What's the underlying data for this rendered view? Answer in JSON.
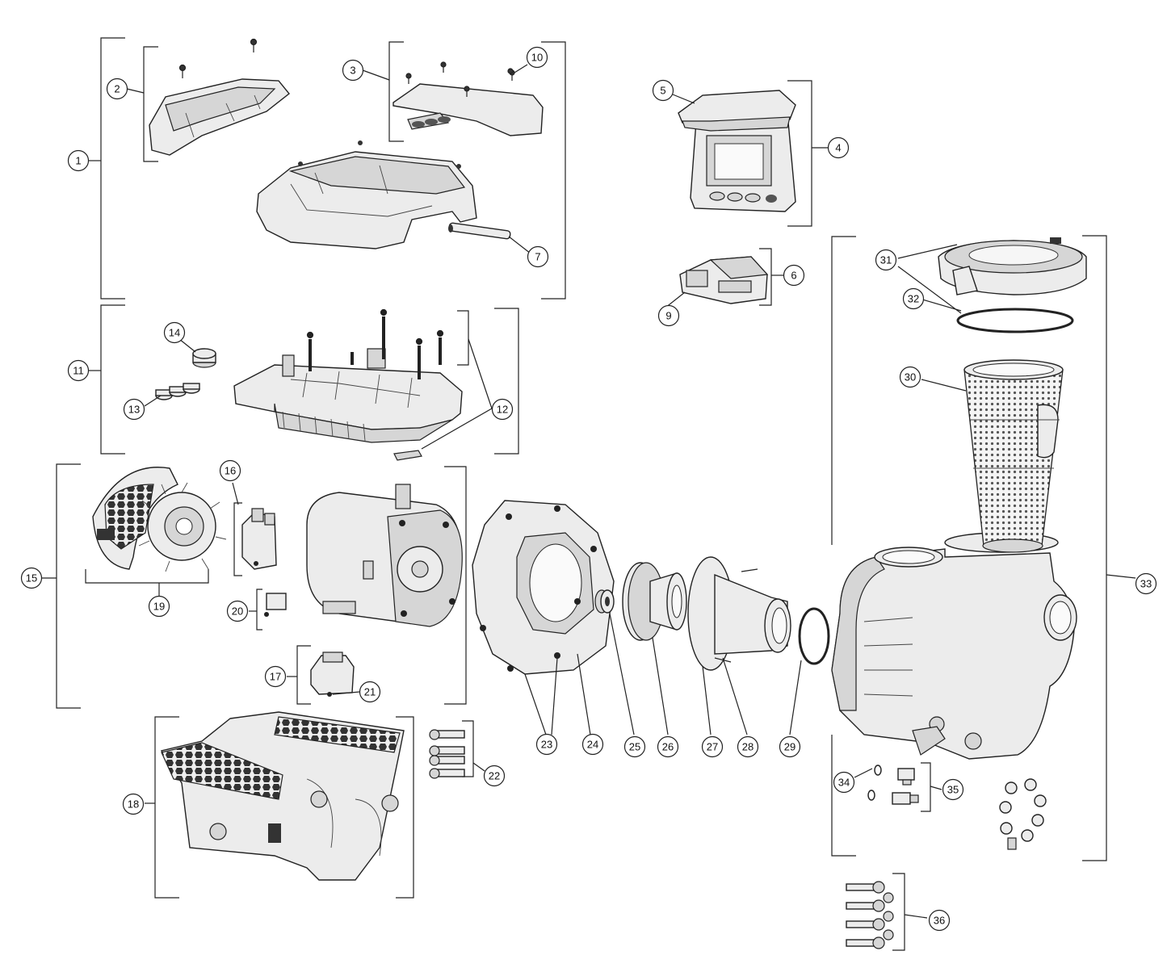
{
  "callouts": [
    {
      "id": "1",
      "label": "1"
    },
    {
      "id": "2",
      "label": "2"
    },
    {
      "id": "3",
      "label": "3"
    },
    {
      "id": "4",
      "label": "4"
    },
    {
      "id": "5",
      "label": "5"
    },
    {
      "id": "6",
      "label": "6"
    },
    {
      "id": "7",
      "label": "7"
    },
    {
      "id": "9",
      "label": "9"
    },
    {
      "id": "10",
      "label": "10"
    },
    {
      "id": "11",
      "label": "11"
    },
    {
      "id": "12",
      "label": "12"
    },
    {
      "id": "13",
      "label": "13"
    },
    {
      "id": "14",
      "label": "14"
    },
    {
      "id": "15",
      "label": "15"
    },
    {
      "id": "16",
      "label": "16"
    },
    {
      "id": "17",
      "label": "17"
    },
    {
      "id": "18",
      "label": "18"
    },
    {
      "id": "19",
      "label": "19"
    },
    {
      "id": "20",
      "label": "20"
    },
    {
      "id": "21",
      "label": "21"
    },
    {
      "id": "22",
      "label": "22"
    },
    {
      "id": "23",
      "label": "23"
    },
    {
      "id": "24",
      "label": "24"
    },
    {
      "id": "25",
      "label": "25"
    },
    {
      "id": "26",
      "label": "26"
    },
    {
      "id": "27",
      "label": "27"
    },
    {
      "id": "28",
      "label": "28"
    },
    {
      "id": "29",
      "label": "29"
    },
    {
      "id": "30",
      "label": "30"
    },
    {
      "id": "31",
      "label": "31"
    },
    {
      "id": "32",
      "label": "32"
    },
    {
      "id": "33",
      "label": "33"
    },
    {
      "id": "34",
      "label": "34"
    },
    {
      "id": "35",
      "label": "35"
    },
    {
      "id": "36",
      "label": "36"
    }
  ],
  "colors": {
    "ink": "#222222",
    "part_fill": "#ececec",
    "shade": "#d6d6d6",
    "background": "#ffffff"
  }
}
